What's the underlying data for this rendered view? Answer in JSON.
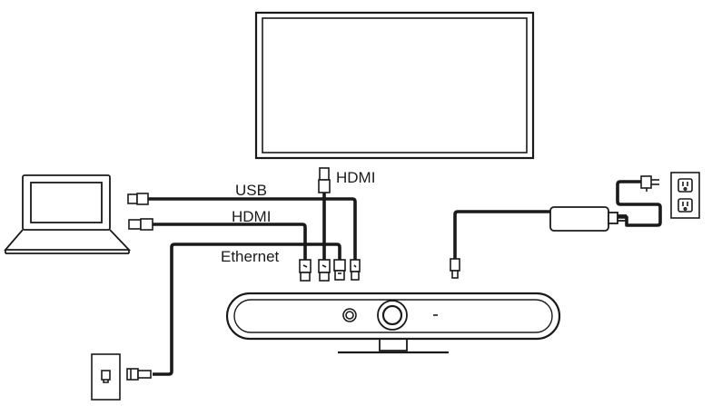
{
  "labels": {
    "usb": "USB",
    "hdmi_laptop": "HDMI",
    "ethernet": "Ethernet",
    "hdmi_display": "HDMI"
  },
  "colors": {
    "stroke": "#1a1a1a",
    "background": "#ffffff"
  },
  "icons": [
    "display-icon",
    "laptop-icon",
    "video-bar-icon",
    "power-adapter-icon",
    "wall-outlet-icon",
    "ethernet-wall-jack-icon",
    "usb-plug-icon",
    "hdmi-plug-icon",
    "ethernet-plug-icon"
  ]
}
